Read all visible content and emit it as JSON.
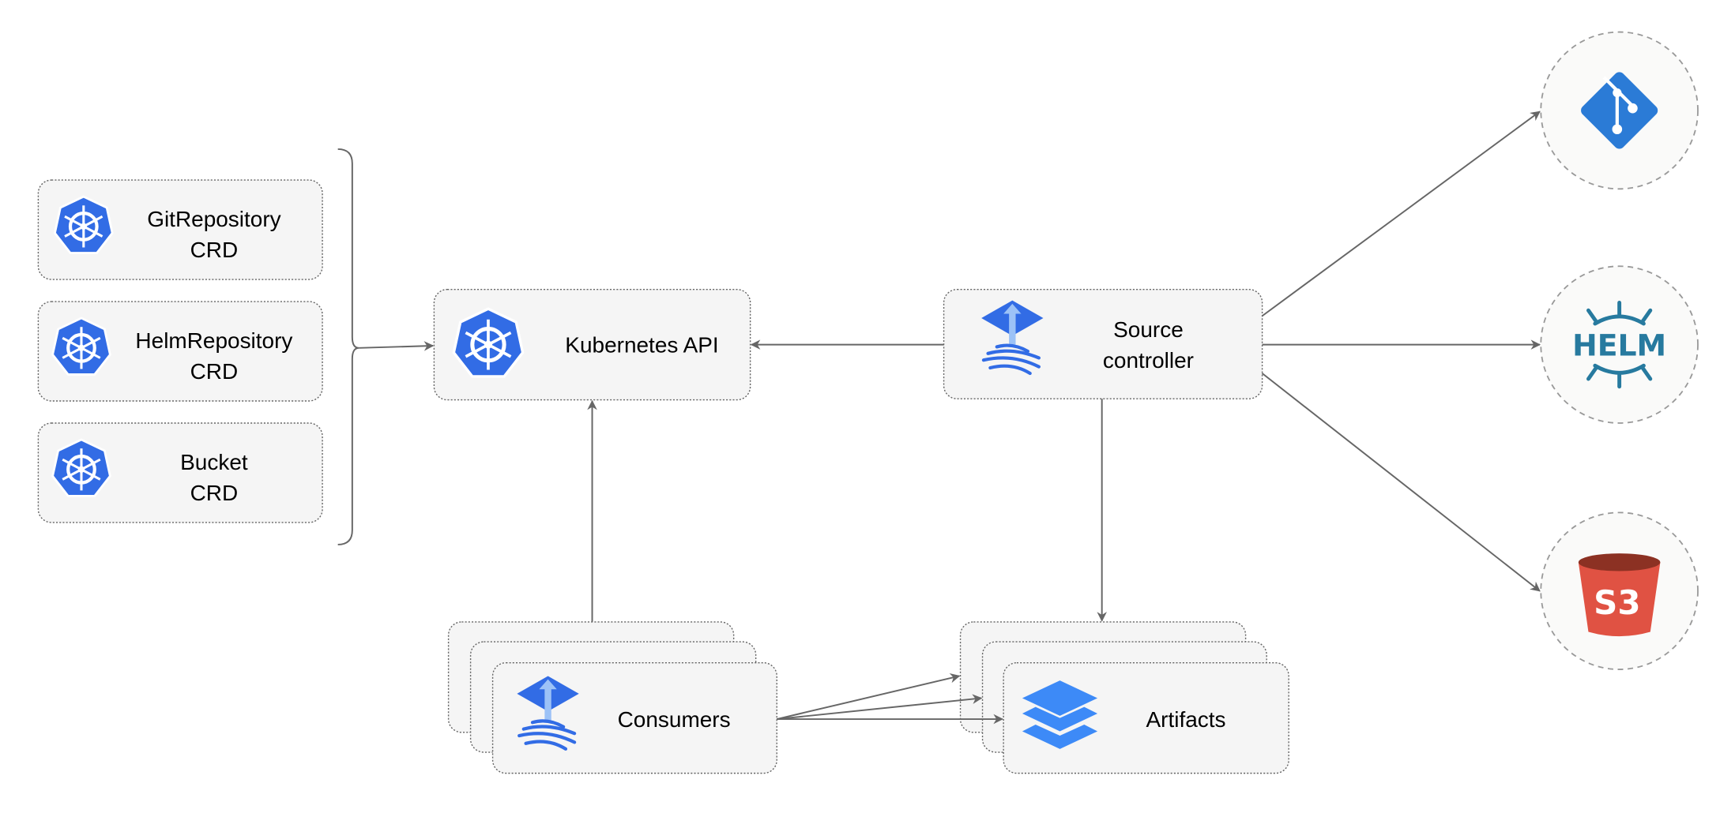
{
  "crds": [
    {
      "line1": "GitRepository",
      "line2": "CRD"
    },
    {
      "line1": "HelmRepository",
      "line2": "CRD"
    },
    {
      "line1": "Bucket",
      "line2": "CRD"
    }
  ],
  "kubernetes_api": {
    "label": "Kubernetes API",
    "icon": "kubernetes-icon"
  },
  "source_controller": {
    "line1": "Source",
    "line2": "controller",
    "icon": "flux-icon"
  },
  "consumers": {
    "label": "Consumers",
    "icon": "flux-icon"
  },
  "artifacts": {
    "label": "Artifacts",
    "icon": "layers-icon"
  },
  "sources": [
    {
      "name": "git",
      "icon": "git-icon"
    },
    {
      "name": "helm",
      "icon": "helm-icon",
      "logo_text": "HELM"
    },
    {
      "name": "s3",
      "icon": "s3-bucket-icon",
      "logo_text": "S3"
    }
  ],
  "colors": {
    "kubernetes": "#326ce5",
    "git": "#2b7bd6",
    "helm": "#277a9f",
    "s3": "#e05243",
    "s3_dark": "#8c3123",
    "artifacts": "#3d8af7",
    "edge": "#666666"
  }
}
